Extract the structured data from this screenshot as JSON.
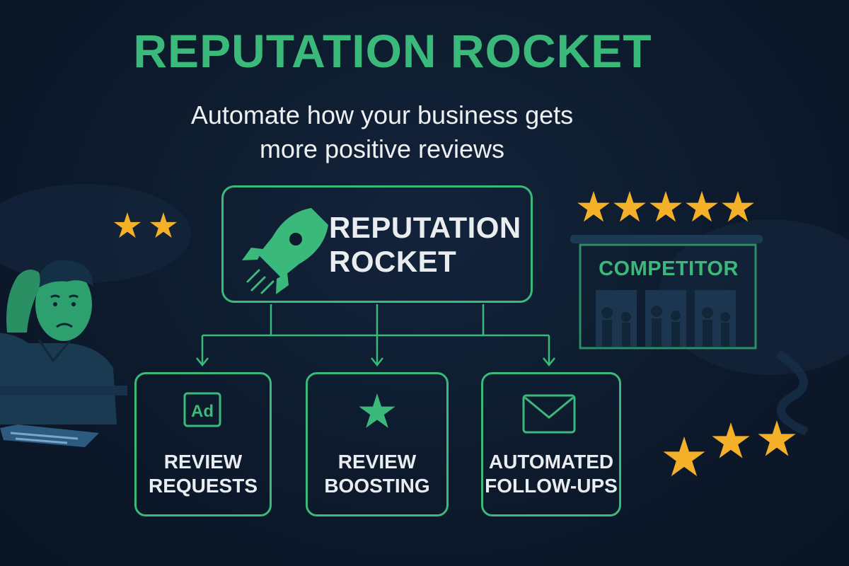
{
  "header": {
    "title": "REPUTATION ROCKET",
    "subtitle_line1": "Automate how your business gets",
    "subtitle_line2": "more positive reviews"
  },
  "main_node": {
    "label_line1": "REPUTATION",
    "label_line2": "ROCKET",
    "icon": "rocket-icon"
  },
  "features": [
    {
      "icon": "ad-icon",
      "icon_text": "Ad",
      "label_line1": "REVIEW",
      "label_line2": "REQUESTS"
    },
    {
      "icon": "star-icon",
      "label_line1": "REVIEW",
      "label_line2": "BOOSTING"
    },
    {
      "icon": "envelope-icon",
      "label_line1": "AUTOMATED",
      "label_line2": "FOLLOW-UPS"
    }
  ],
  "competitor": {
    "label": "COMPETITOR",
    "rating_stars": 5
  },
  "worried_owner": {
    "rating_stars": 2
  },
  "bottom_right_rating": {
    "rating_stars": 3
  },
  "colors": {
    "background": "#0d1a2c",
    "accent_green": "#3bb97a",
    "star_gold": "#f5b02a",
    "text_light": "#e9edf0"
  }
}
